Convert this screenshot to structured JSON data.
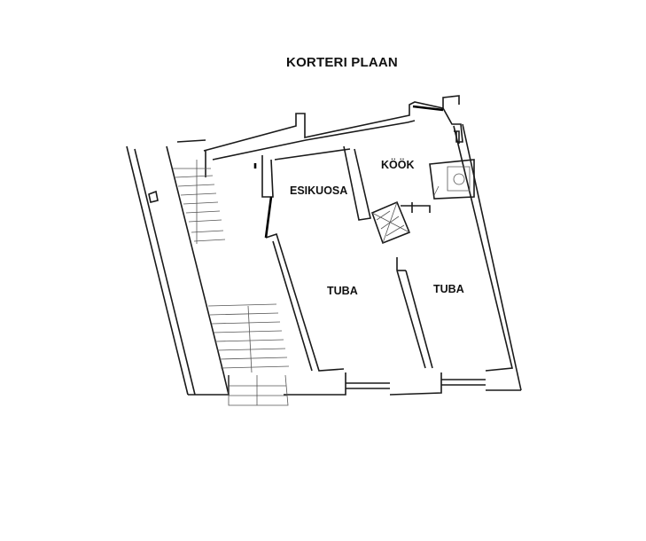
{
  "title": "KORTERI PLAAN",
  "rooms": {
    "esikuosa": "ESIKUOSA",
    "kook": "KÖÖK",
    "tuba_left": "TUBA",
    "tuba_right": "TUBA"
  }
}
